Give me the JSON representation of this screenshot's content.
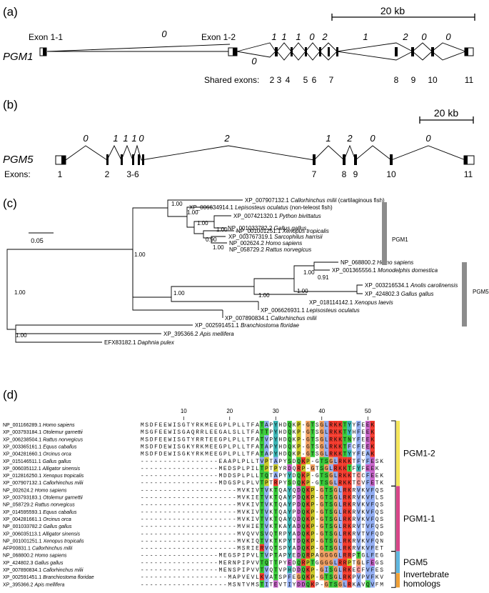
{
  "panel_a": {
    "label": "(a)",
    "scale": "20 kb",
    "gene": "PGM1",
    "exon11": "Exon 1-1",
    "exon12": "Exon 1-2",
    "phases": [
      "0",
      "0",
      "1",
      "1",
      "1",
      "0",
      "2",
      "1",
      "2",
      "0",
      "0"
    ],
    "shared_title": "Shared exons:",
    "shared_nums": [
      "2",
      "3",
      "4",
      "5",
      "6",
      "7",
      "8",
      "9",
      "10",
      "11"
    ]
  },
  "panel_b": {
    "label": "(b)",
    "scale": "20 kb",
    "gene": "PGM5",
    "phases": [
      "0",
      "1",
      "1",
      "1",
      "0",
      "2",
      "1",
      "2",
      "0",
      "0"
    ],
    "exons_title": "Exons:",
    "exon_nums": [
      "1",
      "2",
      "3-6",
      "7",
      "8",
      "9",
      "10",
      "11"
    ]
  },
  "panel_c": {
    "label": "(c)",
    "scale": "0.05",
    "group1": "PGM1",
    "group2": "PGM5",
    "leaves": [
      {
        "acc": "XP_007907132.1",
        "sp": "Callorhinchus milii",
        "note": "(cartilaginous fish)"
      },
      {
        "acc": "XP_006634914.1",
        "sp": "Lepisosteus oculatus",
        "note": "(non-teleost fish)"
      },
      {
        "acc": "XP_007421320.1",
        "sp": "Python bivittatus",
        "note": ""
      },
      {
        "acc": "NP_001033782.2",
        "sp": "Gallus gallus",
        "note": ""
      },
      {
        "acc": "NP_001001251.1",
        "sp": "Xenopus tropicalis",
        "note": ""
      },
      {
        "acc": "XP_003767319.1",
        "sp": "Sarcophilus harrisii",
        "note": ""
      },
      {
        "acc": "NP_002624.2",
        "sp": "Homo sapiens",
        "note": ""
      },
      {
        "acc": "NP_058729.2",
        "sp": "Rattus norvegicus",
        "note": ""
      },
      {
        "acc": "NP_068800.2",
        "sp": "Homo sapiens",
        "note": ""
      },
      {
        "acc": "XP_001365556.1",
        "sp": "Monodelphis domestica",
        "note": ""
      },
      {
        "acc": "XP_003216534.1",
        "sp": "Anolis carolinensis",
        "note": ""
      },
      {
        "acc": "XP_424802.3",
        "sp": "Gallus gallus",
        "note": ""
      },
      {
        "acc": "XP_018114142.1",
        "sp": "Xenopus laevis",
        "note": ""
      },
      {
        "acc": "XP_006626931.1",
        "sp": "Lepisosteus oculatus",
        "note": ""
      },
      {
        "acc": "XP_007890834.1",
        "sp": "Callorhinchus milii",
        "note": ""
      },
      {
        "acc": "XP_002591451.1",
        "sp": "Branchiostoma floridae",
        "note": ""
      },
      {
        "acc": "XP_395366.2",
        "sp": "Apis mellifera",
        "note": ""
      },
      {
        "acc": "EFX83182.1",
        "sp": "Daphnia pulex",
        "note": ""
      }
    ],
    "support": [
      "1.00",
      "1.00",
      "1.00",
      "1.00",
      "0.90",
      "1.00",
      "1.00",
      "1.00",
      "1.00",
      "0.91",
      "1.00",
      "1.00",
      "1.00",
      "1.00"
    ]
  },
  "panel_d": {
    "label": "(d)",
    "ruler": [
      "10",
      "20",
      "30",
      "40",
      "50"
    ],
    "rows": [
      {
        "acc": "NP_001166289.1",
        "sp": "Homo sapiens",
        "seq": "MSDFEEWISGTYRKMEEGPLPLLTFATAPYHDQKP-GTSGLRKKTYYFEEK"
      },
      {
        "acc": "XP_003793184.1",
        "sp": "Otolemur garnettii",
        "seq": "MSGFEEWISGAQRRLEEGALSLLTFATTPYHDQKP-GTSGLRKKTYHFEEK"
      },
      {
        "acc": "XP_006238504.1",
        "sp": "Rattus norvegicus",
        "seq": "MSDFEEWISGTYRRTEEGPLPLLTFATVPYHDQKP-GTSGLRKKTNYFEEK"
      },
      {
        "acc": "XP_003365161.1",
        "sp": "Equus caballus",
        "seq": "MSDFDEWISGKYRKMEEGPLPLLTFATAPYHDQKP-GTSGLRKKTFCFEEK"
      },
      {
        "acc": "XP_004281660.1",
        "sp": "Orcinus orca",
        "seq": "MSDFDEWISGKYRKMEEGPLPLLTFATAPYHDQKP-GTSGLRKKTYYFEAK"
      },
      {
        "acc": "XP_015146511.1",
        "sp": "Gallus gallus",
        "seq": "-----------------EAAPLPLLTVPTAPYSDQKP-GTSGLRKKTFYFESK"
      },
      {
        "acc": "XP_006035112.1",
        "sp": "Alligator sinensis",
        "seq": "-----------------MEDSPLPILTPTPYRDQRP-GTSGLRKKTFYFEEK"
      },
      {
        "acc": "XP_012816250.1",
        "sp": "Xenopus tropicalis",
        "seq": "-----------------MDDSPLPLLTQTAPYYDQKP-GTSGLRKKTCCFEEK"
      },
      {
        "acc": "XP_007907132.1",
        "sp": "Callorhinchus milii",
        "seq": "-----------------MDGSPLPLVTPTRPYSDQKP-GTSGLRKKTCVFETK"
      },
      {
        "acc": "NP_002624.2",
        "sp": "Homo sapiens",
        "seq": "---------------------MVKIVTVKTQAYQDQKP-GTSGLRKRVKVFQSS"
      },
      {
        "acc": "XP_003793183.1",
        "sp": "Otolemur garnettii",
        "seq": "---------------------MVKIETVKTQAYPDQKP-GTSGLRKRVKVFLSS"
      },
      {
        "acc": "NP_058729.2",
        "sp": "Rattus norvegicus",
        "seq": "---------------------MVKIVTVKTQAYPDQKP-GTSGLRKRVKVFQSS"
      },
      {
        "acc": "XP_014595593.1",
        "sp": "Equus caballus",
        "seq": "---------------------MVKIVTVKTQAYPDQKP-GTSGLRKRVKVFQSS"
      },
      {
        "acc": "XP_004281661.1",
        "sp": "Orcinus orca",
        "seq": "---------------------MVKIVTVKTQAYQDQKP-GTSGLRKRVKVFQSS"
      },
      {
        "acc": "NP_001033782.2",
        "sp": "Gallus gallus",
        "seq": "---------------------MVHIETVKTKAYADQKP-GTSGLRKRVTVFQSS"
      },
      {
        "acc": "XP_006035113.1",
        "sp": "Alligator sinensis",
        "seq": "---------------------MVQVVSVQTRPYADQKP-GTSGLRKRVTVFQDS"
      },
      {
        "acc": "NP_001001251.1",
        "sp": "Xenopus tropicalis",
        "seq": "---------------------MVKIQTVKTKPYTDQKP-GTSGLRKRVKVFQNN"
      },
      {
        "acc": "AFP00831.1",
        "sp": "Callorhinchus milii",
        "seq": "---------------------MSRIERVQTSPYADQKP-GTSGLRKRVKVFETQ"
      },
      {
        "acc": "NP_068800.2",
        "sp": "Homo sapiens",
        "seq": "-----------------MEGSPIPVLTVPTAPYEDQRPAGGGGLRRPTGLFEGQ"
      },
      {
        "acc": "XP_424802.3",
        "sp": "Gallus gallus",
        "seq": "-----------------MERNPIPVVTQTTPYEDQRPTGGGGLRRPTGLFEGS"
      },
      {
        "acc": "XP_007890834.1",
        "sp": "Callorhinchus milii",
        "seq": "-----------------MENSPIPVVTVQTVPHDDQKP-GISGLRKECFVFESK"
      },
      {
        "acc": "XP_002591451.1",
        "sp": "Branchiostoma floridae",
        "seq": "-------------------MAPVEVLKVATSPFEGQKP-GTSGLRKPVPVFKVG"
      },
      {
        "acc": "XP_395366.2",
        "sp": "Apis mellifera",
        "seq": "-------------------MSNTVMSTITEVTIYDDQKP-GTSGLRKAVQVFM-Q"
      }
    ],
    "groups": [
      "PGM1-2",
      "PGM1-1",
      "PGM5",
      "Invertebrate homologs"
    ],
    "group_colors": [
      "#f5e65a",
      "#d9478a",
      "#5fb7e0",
      "#f0a035"
    ]
  }
}
